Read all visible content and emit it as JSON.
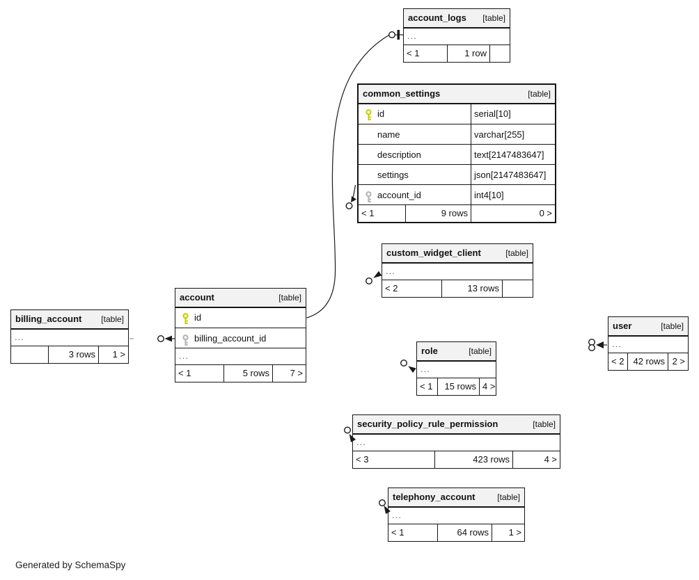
{
  "diagram": {
    "generator_note": "Generated by SchemaSpy",
    "ellipsis_text": "...",
    "colors": {
      "primary_key": "#cdcd00",
      "foreign_key": "#b4b4b4",
      "border": "#151515",
      "header_bg": "#f2f2f2"
    },
    "tables": [
      {
        "name": "account_logs",
        "tag": "[table]",
        "columns": [],
        "ellipsis": true,
        "footer": [
          "< 1",
          "1 row",
          ""
        ]
      },
      {
        "name": "common_settings",
        "tag": "[table]",
        "emphasized": true,
        "ellipsis": false,
        "columns": [
          {
            "name": "id",
            "type": "serial[10]",
            "key": "primary"
          },
          {
            "name": "name",
            "type": "varchar[255]",
            "key": null
          },
          {
            "name": "description",
            "type": "text[2147483647]",
            "key": null
          },
          {
            "name": "settings",
            "type": "json[2147483647]",
            "key": null
          },
          {
            "name": "account_id",
            "type": "int4[10]",
            "key": "foreign"
          }
        ],
        "footer": [
          "< 1",
          "9 rows",
          "0 >"
        ]
      },
      {
        "name": "custom_widget_client",
        "tag": "[table]",
        "columns": [],
        "ellipsis": true,
        "footer": [
          "< 2",
          "13 rows",
          ""
        ]
      },
      {
        "name": "billing_account",
        "tag": "[table]",
        "columns": [],
        "ellipsis": true,
        "footer": [
          "",
          "3 rows",
          "1 >"
        ]
      },
      {
        "name": "account",
        "tag": "[table]",
        "ellipsis": true,
        "columns": [
          {
            "name": "id",
            "type": null,
            "key": "primary"
          },
          {
            "name": "billing_account_id",
            "type": null,
            "key": "foreign"
          }
        ],
        "footer": [
          "< 1",
          "5 rows",
          "7 >"
        ]
      },
      {
        "name": "role",
        "tag": "[table]",
        "columns": [],
        "ellipsis": true,
        "footer": [
          "< 1",
          "15 rows",
          "4 >"
        ]
      },
      {
        "name": "user",
        "tag": "[table]",
        "columns": [],
        "ellipsis": true,
        "footer": [
          "< 2",
          "42 rows",
          "2 >"
        ]
      },
      {
        "name": "security_policy_rule_permission",
        "tag": "[table]",
        "columns": [],
        "ellipsis": true,
        "footer": [
          "< 3",
          "423 rows",
          "4 >"
        ]
      },
      {
        "name": "telephony_account",
        "tag": "[table]",
        "columns": [],
        "ellipsis": true,
        "footer": [
          "< 1",
          "64 rows",
          "1 >"
        ]
      }
    ]
  }
}
